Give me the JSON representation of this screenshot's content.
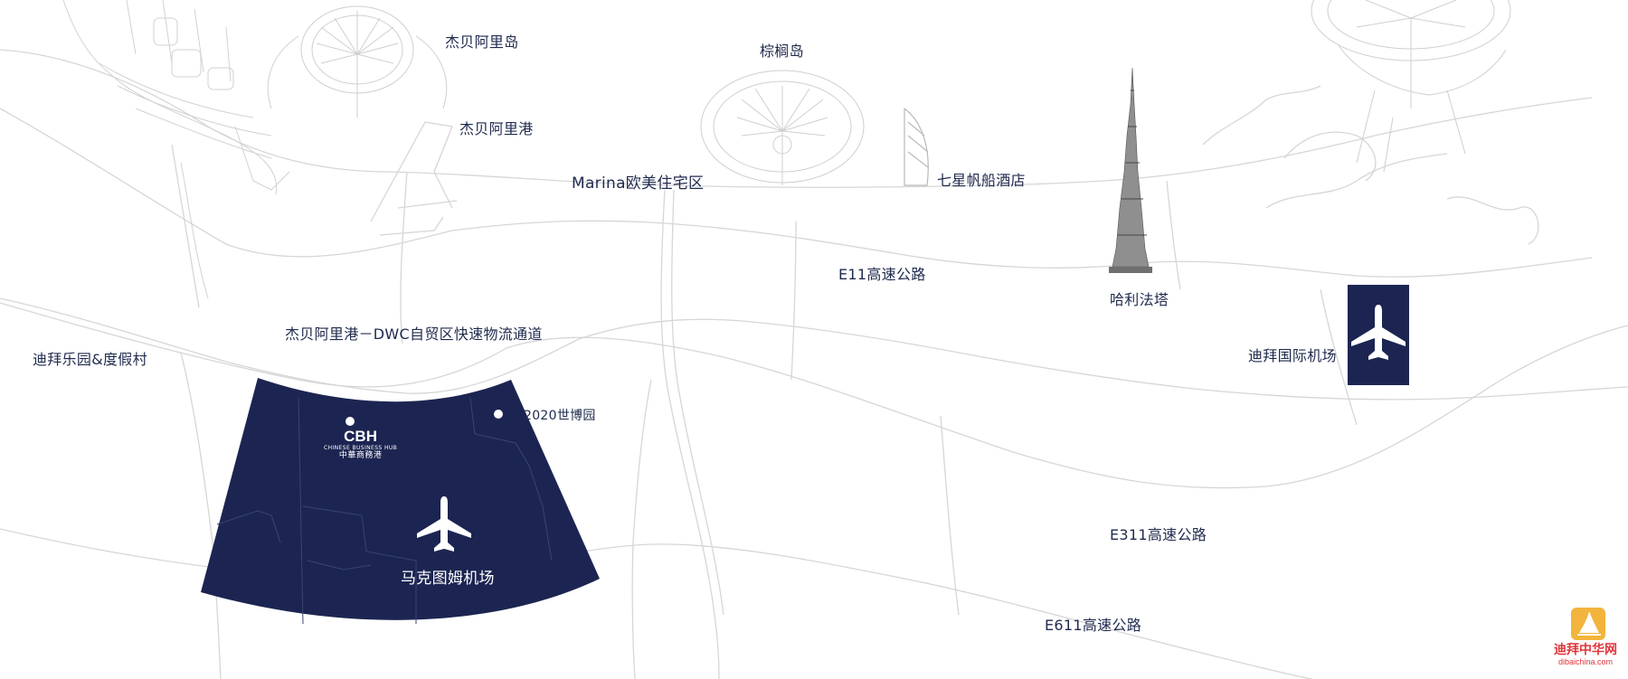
{
  "labels": {
    "jebel_ali_island": "杰贝阿里岛",
    "palm_island": "棕榈岛",
    "jebel_ali_port": "杰贝阿里港",
    "marina": "Marina欧美住宅区",
    "burj_al_arab": "七星帆船酒店",
    "e11": "E11高速公路",
    "burj_khalifa": "哈利法塔",
    "logistics_corridor": "杰贝阿里港－DWC自贸区快速物流通道",
    "dubai_parks": "迪拜乐园&度假村",
    "dubai_intl_airport": "迪拜国际机场",
    "expo_2020": "2020世博园",
    "maktoum_airport": "马克图姆机场",
    "e311": "E311高速公路",
    "e611": "E611高速公路"
  },
  "cbh_logo": {
    "text": "CBH",
    "subtitle": "CHINESE BUSINESS HUB",
    "chinese": "中華商務港"
  },
  "watermark": {
    "chinese": "迪拜中华网",
    "url": "dibaichina.com"
  },
  "colors": {
    "navy": "#1c2551",
    "road_line": "#d6d6d6",
    "text": "#1f2a4d",
    "watermark_red": "#e0343a",
    "watermark_gold": "#f2b43c"
  },
  "icons": [
    "airplane-icon",
    "airplane-icon",
    "cbh-logo",
    "burj-khalifa-icon",
    "burj-al-arab-icon",
    "palm-jumeirah-icon",
    "palm-jebel-ali-icon",
    "watermark-logo"
  ]
}
